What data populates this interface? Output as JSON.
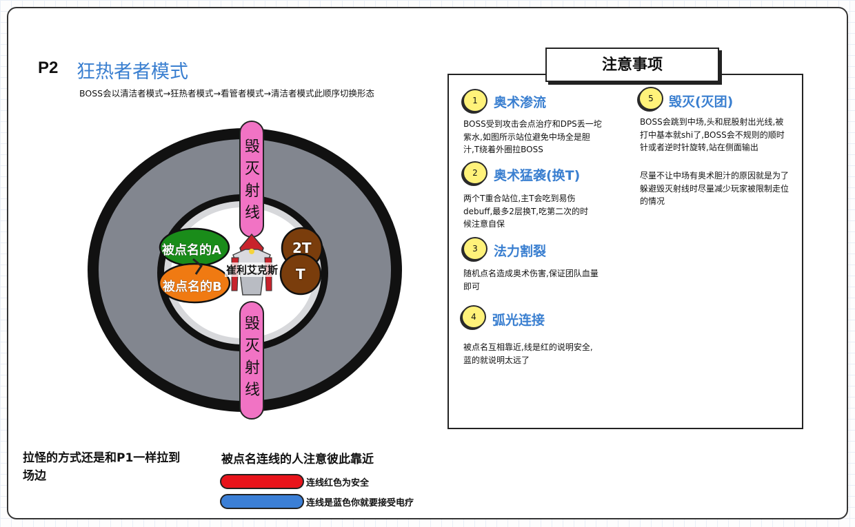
{
  "header": {
    "phase": "P2",
    "title": "狂热者者模式",
    "subtitle": "BOSS会以清洁者模式→狂热者模式→看管者模式→清洁者模式此顺序切换形态"
  },
  "arena": {
    "beam_top": "毁灭射线",
    "beam_bottom": "毁灭射线",
    "marker_a": "被点名的A",
    "marker_b": "被点名的B",
    "tank_2": "2T",
    "tank_1": "T",
    "boss_name": "崔利艾克斯"
  },
  "bottom": {
    "pull_note": "拉怪的方式还是和P1一样拉到场边",
    "link_note": "被点名连线的人注意彼此靠近",
    "legend": [
      {
        "color": "#e8141b",
        "text": "连线红色为安全"
      },
      {
        "color": "#3b7fd6",
        "text": "连线是蓝色你就要接受电疗"
      }
    ]
  },
  "notes": {
    "heading": "注意事项",
    "items": [
      {
        "num": "1",
        "title": "奥术渗流",
        "body": "BOSS受到攻击会点治疗和DPS丢一坨紫水,如图所示站位避免中场全是胆汁,T绕着外圈拉BOSS"
      },
      {
        "num": "2",
        "title": "奥术猛袭(换T)",
        "body": "两个T重合站位,主T会吃到易伤debuff,最多2层换T,吃第二次的时候注意自保"
      },
      {
        "num": "3",
        "title": "法力割裂",
        "body": "随机点名造成奥术伤害,保证团队血量即可"
      },
      {
        "num": "4",
        "title": "弧光连接",
        "body": "被点名互相靠近,线是红的说明安全,蓝的就说明太远了"
      },
      {
        "num": "5",
        "title": "毁灭(灭团)",
        "body": "BOSS会跳到中场,头和屁股射出光线,被打中基本就shi了,BOSS会不规则的顺时针或者逆时针旋转,站在侧面输出",
        "body2": "尽量不让中场有奥术胆汁的原因就是为了躲避毁灭射线时尽量减少玩家被限制走位的情况"
      }
    ]
  },
  "colors": {
    "ring_gray": "#82868f",
    "beam_pink": "#f173c4",
    "marker_green": "#1a8c1a",
    "marker_orange": "#f07a12",
    "tank_brown": "#7a3d0c",
    "title_blue": "#3a7fd0",
    "badge_yellow": "#fff27a"
  }
}
